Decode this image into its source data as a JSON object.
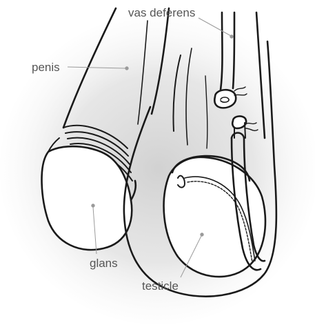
{
  "labels": {
    "vas_deferens": "vas deferens",
    "penis": "penis",
    "glans": "glans",
    "testicle": "testicle"
  },
  "colors": {
    "ink": "#1a1a1a",
    "label_text": "#555555",
    "leader_line": "#9a9a9a",
    "shadow": "#d4d4d4",
    "background": "#ffffff"
  }
}
